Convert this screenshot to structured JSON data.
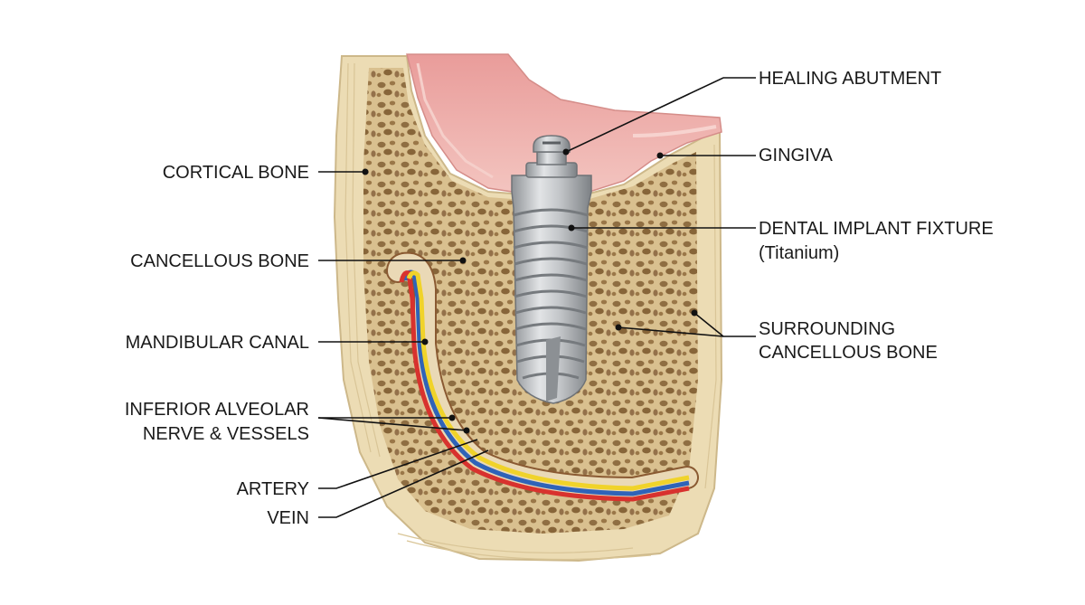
{
  "labels": {
    "healing_abutment": "HEALING ABUTMENT",
    "gingiva": "GINGIVA",
    "dental_implant_fixture": "DENTAL IMPLANT FIXTURE",
    "dental_implant_material": "(Titanium)",
    "surrounding_line1": "SURROUNDING",
    "surrounding_line2": "CANCELLOUS BONE",
    "cortical_bone": "CORTICAL BONE",
    "cancellous_bone": "CANCELLOUS BONE",
    "mandibular_canal": "MANDIBULAR CANAL",
    "inferior_line1": "INFERIOR ALVEOLAR",
    "inferior_line2": "NERVE & VESSELS",
    "artery": "ARTERY",
    "vein": "VEIN"
  },
  "colors": {
    "cortical_bone": "#ecdcb4",
    "cancellous_bone": "#d8bf8d",
    "trabecular_holes": "#8d6b3e",
    "gingiva": "#eca8a5",
    "gingiva_surface": "#f2c0bd",
    "implant": "#b9bcbf",
    "nerve": "#f0d32a",
    "artery": "#d8322e",
    "vein": "#2f63b8",
    "canal_wall": "#8a5a32"
  }
}
